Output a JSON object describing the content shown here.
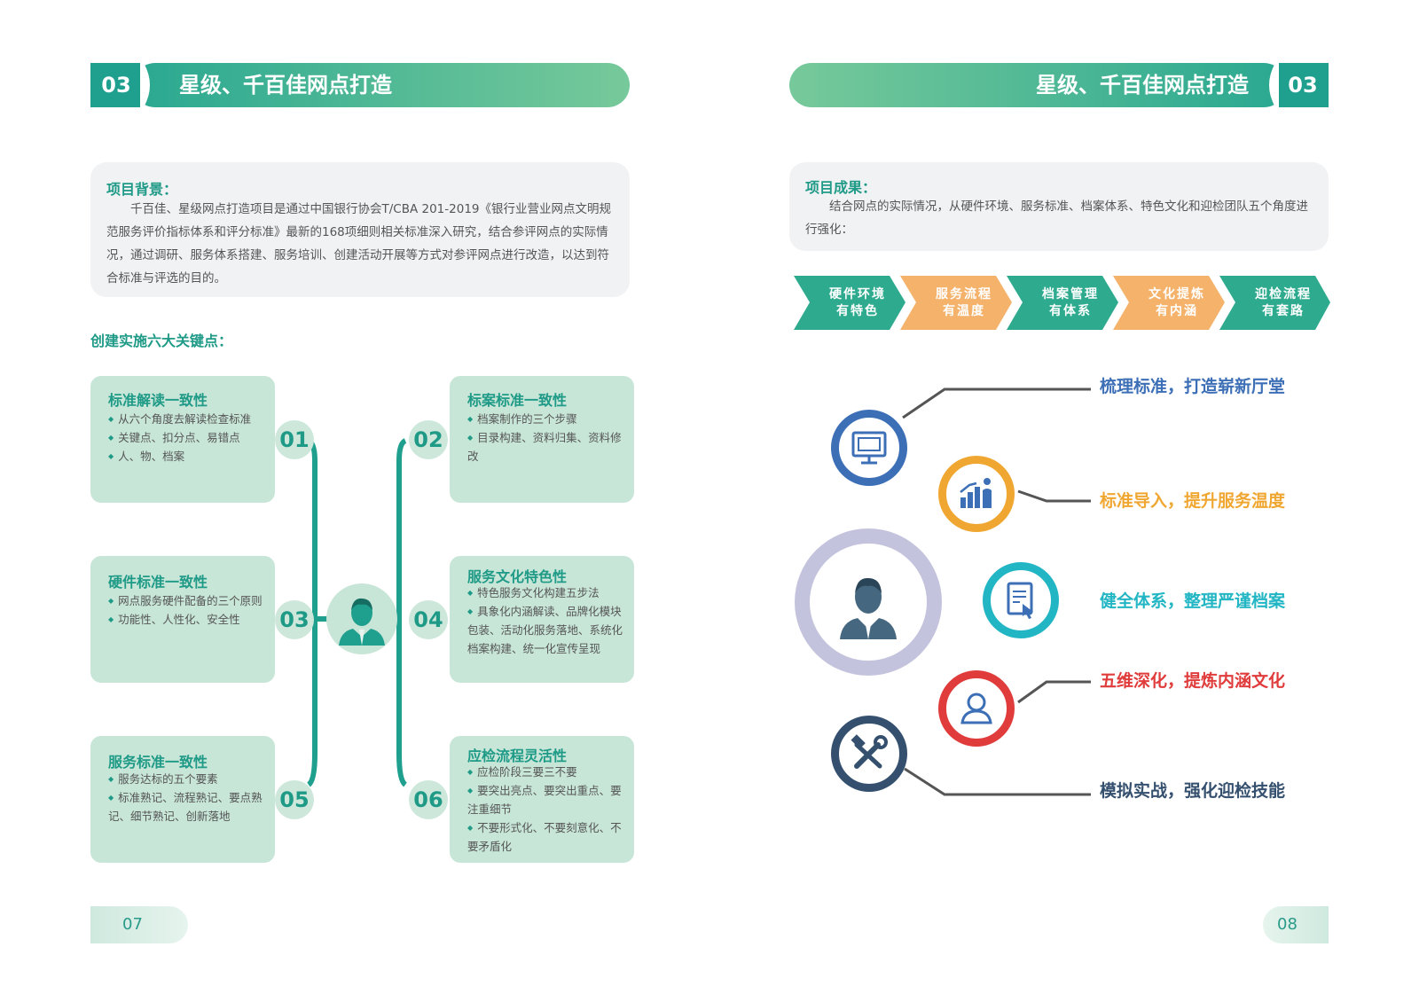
{
  "left_page": {
    "banner": {
      "number": "03",
      "title": "星级、千百佳网点打造"
    },
    "background": {
      "heading": "项目背景：",
      "text": "千百佳、星级网点打造项目是通过中国银行协会T/CBA 201-2019《银行业营业网点文明规范服务评价指标体系和评分标准》最新的168项细则相关标准深入研究，结合参评网点的实际情况，通过调研、服务体系搭建、服务培训、创建活动开展等方式对参评网点进行改造，以达到符合标准与评选的目的。"
    },
    "keypoints_heading": "创建实施六大关键点：",
    "keypoints": [
      {
        "num": "01",
        "title": "标准解读一致性",
        "items": [
          "从六个角度去解读检查标准",
          "关键点、扣分点、易错点",
          "人、物、档案"
        ]
      },
      {
        "num": "02",
        "title": "标案标准一致性",
        "items": [
          "档案制作的三个步骤",
          "目录构建、资料归集、资料修改"
        ]
      },
      {
        "num": "03",
        "title": "硬件标准一致性",
        "items": [
          "网点服务硬件配备的三个原则",
          "功能性、人性化、安全性"
        ]
      },
      {
        "num": "04",
        "title": "服务文化特色性",
        "items": [
          "特色服务文化构建五步法",
          "具象化内涵解读、品牌化模块包装、活动化服务落地、系统化档案构建、统一化宣传呈现"
        ]
      },
      {
        "num": "05",
        "title": "服务标准一致性",
        "items": [
          "服务达标的五个要素",
          "标准熟记、流程熟记、要点熟记、细节熟记、创新落地"
        ]
      },
      {
        "num": "06",
        "title": "应检流程灵活性",
        "items": [
          "应检阶段三要三不要",
          "要突出亮点、要突出重点、要注重细节",
          "不要形式化、不要刻意化、不要矛盾化"
        ]
      }
    ],
    "page_number": "07"
  },
  "right_page": {
    "banner": {
      "number": "03",
      "title": "星级、千百佳网点打造"
    },
    "results": {
      "heading": "项目成果：",
      "text": "结合网点的实际情况，从硬件环境、服务标准、档案体系、特色文化和迎检团队五个角度进行强化："
    },
    "steps": [
      {
        "line1": "硬件环境",
        "line2": "有特色",
        "color": "#2eab8e"
      },
      {
        "line1": "服务流程",
        "line2": "有温度",
        "color": "#f4b26b"
      },
      {
        "line1": "档案管理",
        "line2": "有体系",
        "color": "#2eab8e"
      },
      {
        "line1": "文化提炼",
        "line2": "有内涵",
        "color": "#f4b26b"
      },
      {
        "line1": "迎检流程",
        "line2": "有套路",
        "color": "#2eab8e"
      }
    ],
    "achievements": [
      {
        "text": "梳理标准，打造崭新厅堂",
        "color": "#3c6fb6",
        "icon": "monitor-icon"
      },
      {
        "text": "标准导入，提升服务温度",
        "color": "#f0a732",
        "icon": "growth-chart-icon"
      },
      {
        "text": "健全体系，整理严谨档案",
        "color": "#22b6c4",
        "icon": "document-icon"
      },
      {
        "text": "五维深化，提炼内涵文化",
        "color": "#e03c3c",
        "icon": "user-icon"
      },
      {
        "text": "模拟实战，强化迎检技能",
        "color": "#34506e",
        "icon": "tools-icon"
      }
    ],
    "page_number": "08"
  },
  "colors": {
    "brand_teal": "#1fa08f",
    "card_bg": "#c8e6d8",
    "box_bg": "#f1f2f4"
  }
}
